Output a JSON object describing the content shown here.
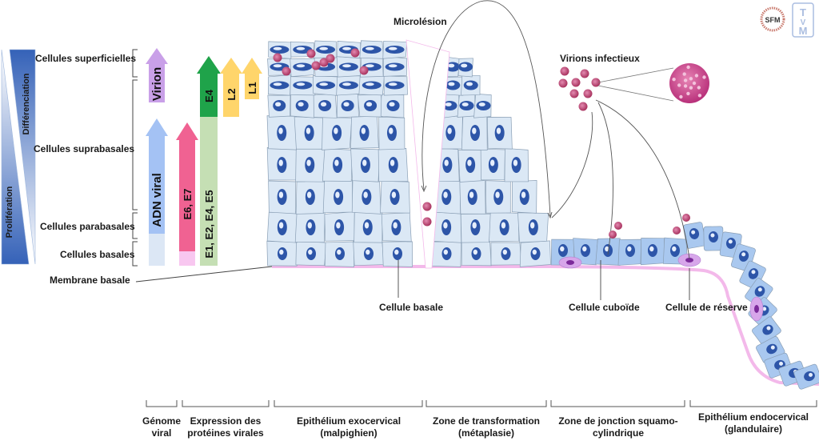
{
  "diagram": {
    "language": "fr",
    "gradients": {
      "differentiation": "Différenciation",
      "proliferation": "Prolifération"
    },
    "layers": [
      {
        "id": "superficial",
        "label": "Cellules superficielles"
      },
      {
        "id": "suprabasal",
        "label": "Cellules suprabasales"
      },
      {
        "id": "parabasal",
        "label": "Cellules parabasales"
      },
      {
        "id": "basal",
        "label": "Cellules basales"
      }
    ],
    "membrane_label": "Membrane basale",
    "viral_arrows": [
      {
        "label": "ADN viral",
        "color": "#a4c2f4",
        "base_color": "#dce7f5",
        "layers": "basal → suprabasal"
      },
      {
        "label": "Virion",
        "color": "#c9a0e8",
        "layers": "superficial"
      },
      {
        "label": "E6, E7",
        "color": "#f06292",
        "base_color": "#f8c7f0",
        "layers": "basal → suprabasal"
      },
      {
        "label": "E1, E2, E4, E5",
        "color": "#c5dfb4",
        "layers": "basal → suprabasal"
      },
      {
        "label": "E4",
        "color": "#1fa34a",
        "layers": "suprabasal → superficial"
      },
      {
        "label": "L2",
        "color": "#ffd56b",
        "layers": "upper suprabasal"
      },
      {
        "label": "L1",
        "color": "#ffd56b",
        "layers": "upper suprabasal"
      }
    ],
    "annotations": {
      "microlesion": "Microlésion",
      "virions": "Virions infectieux",
      "basal_cell": "Cellule basale",
      "cuboid_cell": "Cellule cuboïde",
      "reserve_cell": "Cellule de réserve"
    },
    "bottom_sections": [
      {
        "line1": "Génome",
        "line2": "viral"
      },
      {
        "line1": "Expression des",
        "line2": "protéines virales"
      },
      {
        "line1": "Epithélium exocervical",
        "line2": "(malpighien)"
      },
      {
        "line1": "Zone de transformation",
        "line2": "(métaplasie)"
      },
      {
        "line1": "Zone de jonction squamo-",
        "line2": "cylindrique"
      },
      {
        "line1": "Epithélium endocervical",
        "line2": "(glandulaire)"
      }
    ],
    "logos": {
      "sfm": "SFM",
      "tvm": "TVM"
    },
    "colors": {
      "cell_fill": "#dbe8f5",
      "cell_stroke": "#8a9fb5",
      "nucleus": "#2d55a8",
      "virion": "#c2507a",
      "columnar_cell": "#a9c8ef",
      "reserve_cell": "#d7a6ea",
      "membrane": "#f3b9ea",
      "grad_dark": "#3c6ac0"
    }
  }
}
